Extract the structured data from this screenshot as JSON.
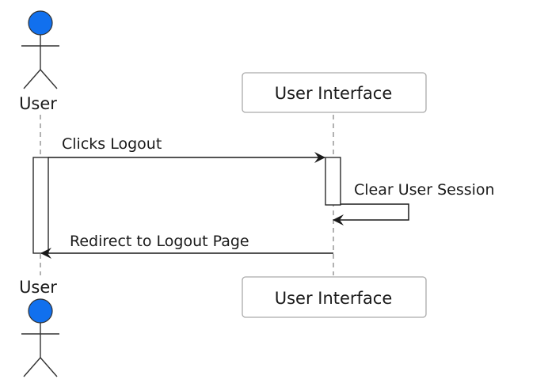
{
  "diagram": {
    "type": "sequence",
    "participants": [
      {
        "id": "user",
        "kind": "actor",
        "label": "User"
      },
      {
        "id": "ui",
        "kind": "box",
        "label": "User Interface"
      }
    ],
    "messages": [
      {
        "from": "User",
        "to": "User Interface",
        "label": "Clicks Logout",
        "style": "solid"
      },
      {
        "from": "User Interface",
        "to": "User Interface",
        "label": "Clear User Session",
        "style": "self"
      },
      {
        "from": "User Interface",
        "to": "User",
        "label": "Redirect to Logout Page",
        "style": "solid"
      }
    ],
    "colors": {
      "actor_head": "#1170ee",
      "line": "#1a1a1a",
      "lifeline": "#888888",
      "box_border": "#aaaaaa",
      "activation_fill": "#ffffff"
    }
  }
}
